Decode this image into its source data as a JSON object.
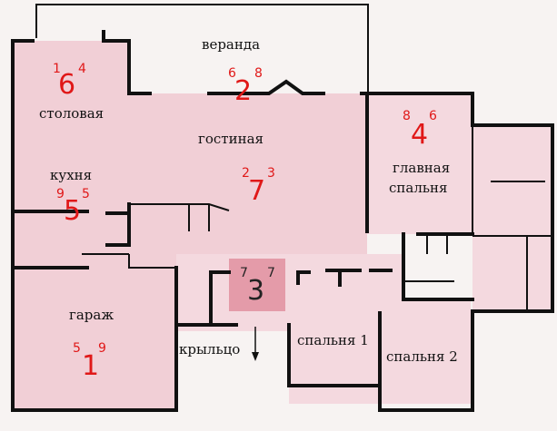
{
  "labels": {
    "veranda": "веранда",
    "dining": "столовая",
    "living": "гостиная",
    "kitchen": "кухня",
    "master": "главная",
    "master2": "спальня",
    "garage": "гараж",
    "porch": "крыльцо",
    "bed1": "спальня 1",
    "bed2": "спальня 2"
  },
  "markers": [
    {
      "id": "dining",
      "num": "6",
      "a": "1",
      "b": "4"
    },
    {
      "id": "veranda",
      "num": "2",
      "a": "6",
      "b": "8"
    },
    {
      "id": "master",
      "num": "4",
      "a": "8",
      "b": "6"
    },
    {
      "id": "living",
      "num": "7",
      "a": "2",
      "b": "3"
    },
    {
      "id": "kitchen",
      "num": "5",
      "a": "9",
      "b": "5"
    },
    {
      "id": "center",
      "num": "3",
      "a": "7",
      "b": "7"
    },
    {
      "id": "garage",
      "num": "1",
      "a": "5",
      "b": "9"
    }
  ]
}
